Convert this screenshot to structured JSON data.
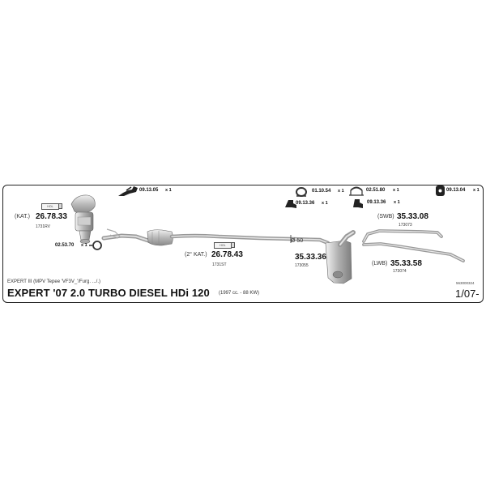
{
  "header": {
    "subtitle": "EXPERT III (MPV Tepee 'VF3V_'/Furg. .../.)",
    "title": "EXPERT '07  2.0 TURBO DIESEL HDi 120",
    "engine": "(1997 cc. - 88 KW)",
    "doc_id": "563000324",
    "year": "1/07-"
  },
  "parts": {
    "bracket_1": {
      "code": "09.13.05",
      "qty": "x 1"
    },
    "cat_front": {
      "prefix": "(KAT.)",
      "code": "26.78.33",
      "ref": "1731RV",
      "box_label": "HOL"
    },
    "clamp_1": {
      "code": "02.53.70",
      "qty": "x 1"
    },
    "cat_second": {
      "prefix": "(2° KAT.)",
      "code": "26.78.43",
      "ref": "1731ST",
      "box_label": "HOL"
    },
    "pipe_diameter": "Ø 50",
    "muffler": {
      "code": "35.33.36",
      "ref": "173055"
    },
    "clamp_2": {
      "code": "01.10.54",
      "qty": "x 1"
    },
    "hanger_1": {
      "code": "09.13.36",
      "qty": "x 1"
    },
    "clamp_3": {
      "code": "02.51.80",
      "qty": "x 1"
    },
    "hanger_2": {
      "code": "09.13.36",
      "qty": "x 1"
    },
    "rubber_1": {
      "code": "09.13.04",
      "qty": "x 1"
    },
    "tail_swb": {
      "prefix": "(SWB)",
      "code": "35.33.08",
      "ref": "173073"
    },
    "tail_lwb": {
      "prefix": "(LWB)",
      "code": "35.33.58",
      "ref": "173074"
    }
  },
  "colors": {
    "metal_light": "#e2e2e2",
    "metal_mid": "#b5b5b5",
    "metal_dark": "#7a7a7a",
    "border": "#222222"
  }
}
